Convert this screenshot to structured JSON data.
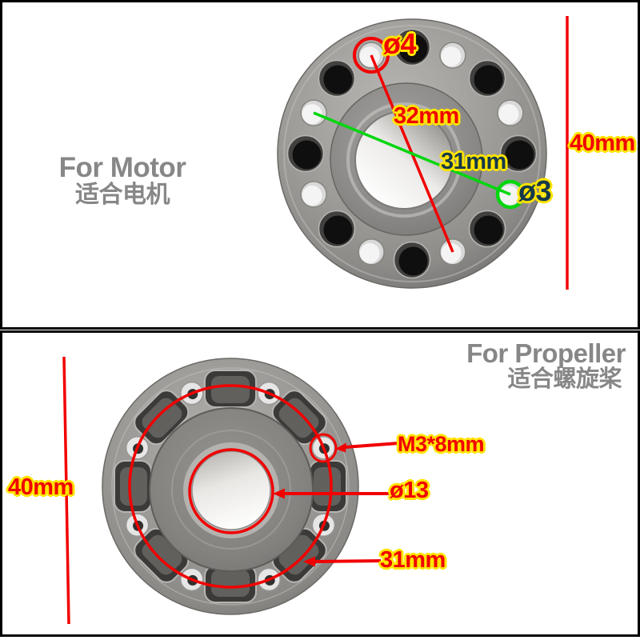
{
  "colors": {
    "red": "#f10000",
    "green": "#00d60e",
    "yellow": "#ffe400",
    "dark_teal": "#16394a",
    "title_gray": "#878787"
  },
  "top_panel": {
    "title_en": "For Motor",
    "title_zh": "适合电机",
    "labels": {
      "hole_diameter": "ø4",
      "bolt_circle_red": "32mm",
      "bolt_circle_green": "31mm",
      "small_hole_diameter": "ø3",
      "disc_diameter": "40mm"
    }
  },
  "bottom_panel": {
    "title_en": "For Propeller",
    "title_zh": "适合螺旋桨",
    "labels": {
      "disc_diameter": "40mm",
      "screw_spec": "M3*8mm",
      "bore_diameter": "ø13",
      "bolt_circle": "31mm"
    }
  }
}
